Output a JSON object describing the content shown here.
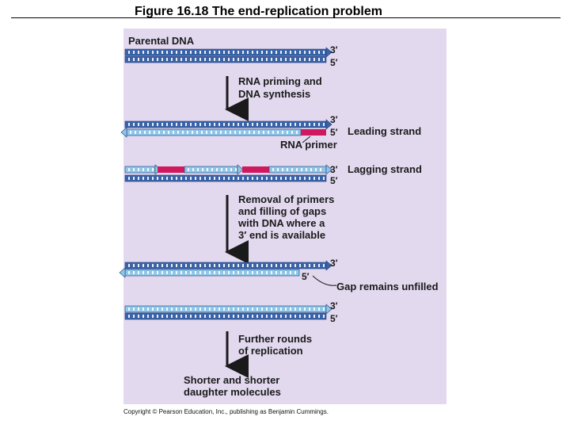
{
  "title": "Figure 16.18  The end-replication problem",
  "copyright": "Copyright © Pearson Education, Inc., publishing as Benjamin Cummings.",
  "colors": {
    "panel": "#e2d9ef",
    "dark_strand": "#3a63a8",
    "light_strand": "#8ec7e8",
    "primer": "#d0185e",
    "text": "#1a1a1a"
  },
  "labels": {
    "parental_dna": "Parental DNA",
    "step1": [
      "RNA priming and",
      "DNA synthesis"
    ],
    "leading_strand": "Leading strand",
    "rna_primer": "RNA primer",
    "lagging_strand": "Lagging strand",
    "step2": [
      "Removal of primers",
      "and filling of gaps",
      "with DNA where a",
      "3′ end is available"
    ],
    "gap": "Gap remains unfilled",
    "step3": [
      "Further rounds",
      "of replication"
    ],
    "result": [
      "Shorter and shorter",
      "daughter molecules"
    ]
  },
  "ends": {
    "three_prime": "3′",
    "five_prime": "5′"
  }
}
